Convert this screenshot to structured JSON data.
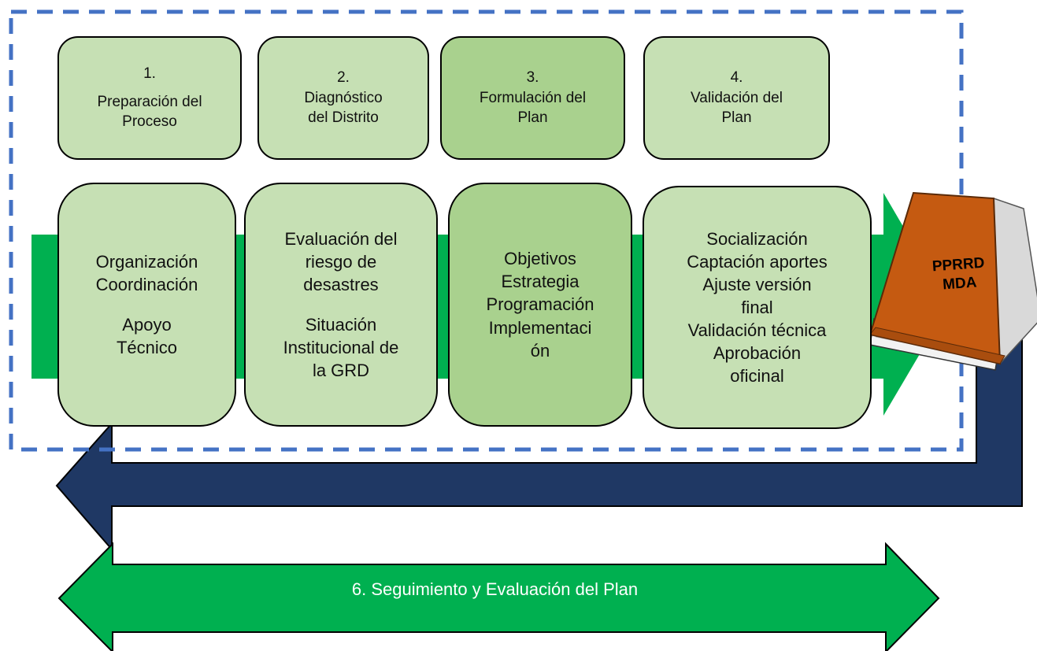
{
  "steps": [
    {
      "number": "1.",
      "lines": [
        "Preparación del",
        "Proceso"
      ]
    },
    {
      "number": "2.",
      "lines": [
        "Diagnóstico",
        "del Distrito"
      ]
    },
    {
      "number": "3.",
      "lines": [
        "Formulación del",
        "Plan"
      ]
    },
    {
      "number": "4.",
      "lines": [
        "Validación del",
        "Plan"
      ]
    }
  ],
  "details": [
    {
      "lines": [
        "Organización",
        "Coordinación",
        "",
        "Apoyo",
        "Técnico"
      ]
    },
    {
      "lines": [
        "Evaluación del",
        "riesgo de",
        "desastres",
        "",
        "Situación",
        "Institucional de",
        "la GRD"
      ]
    },
    {
      "lines": [
        "Objetivos",
        "Estrategia",
        "Programación",
        "Implementaci",
        "ón"
      ]
    },
    {
      "lines": [
        "Socialización",
        "Captación aportes",
        "Ajuste versión",
        "final",
        "Validación técnica",
        "Aprobación",
        "oficinal"
      ]
    }
  ],
  "book": {
    "line1": "PPRRD",
    "line2": "MDA"
  },
  "seguimiento": {
    "label": "6. Seguimiento y Evaluación del Plan"
  },
  "colors": {
    "dashed_border": "#4472c4",
    "green_arrow": "#00b050",
    "navy_arrow": "#1f3864",
    "box_light": "#c6e0b4",
    "box_mid": "#a9d18e",
    "book_cover": "#c55a11"
  }
}
